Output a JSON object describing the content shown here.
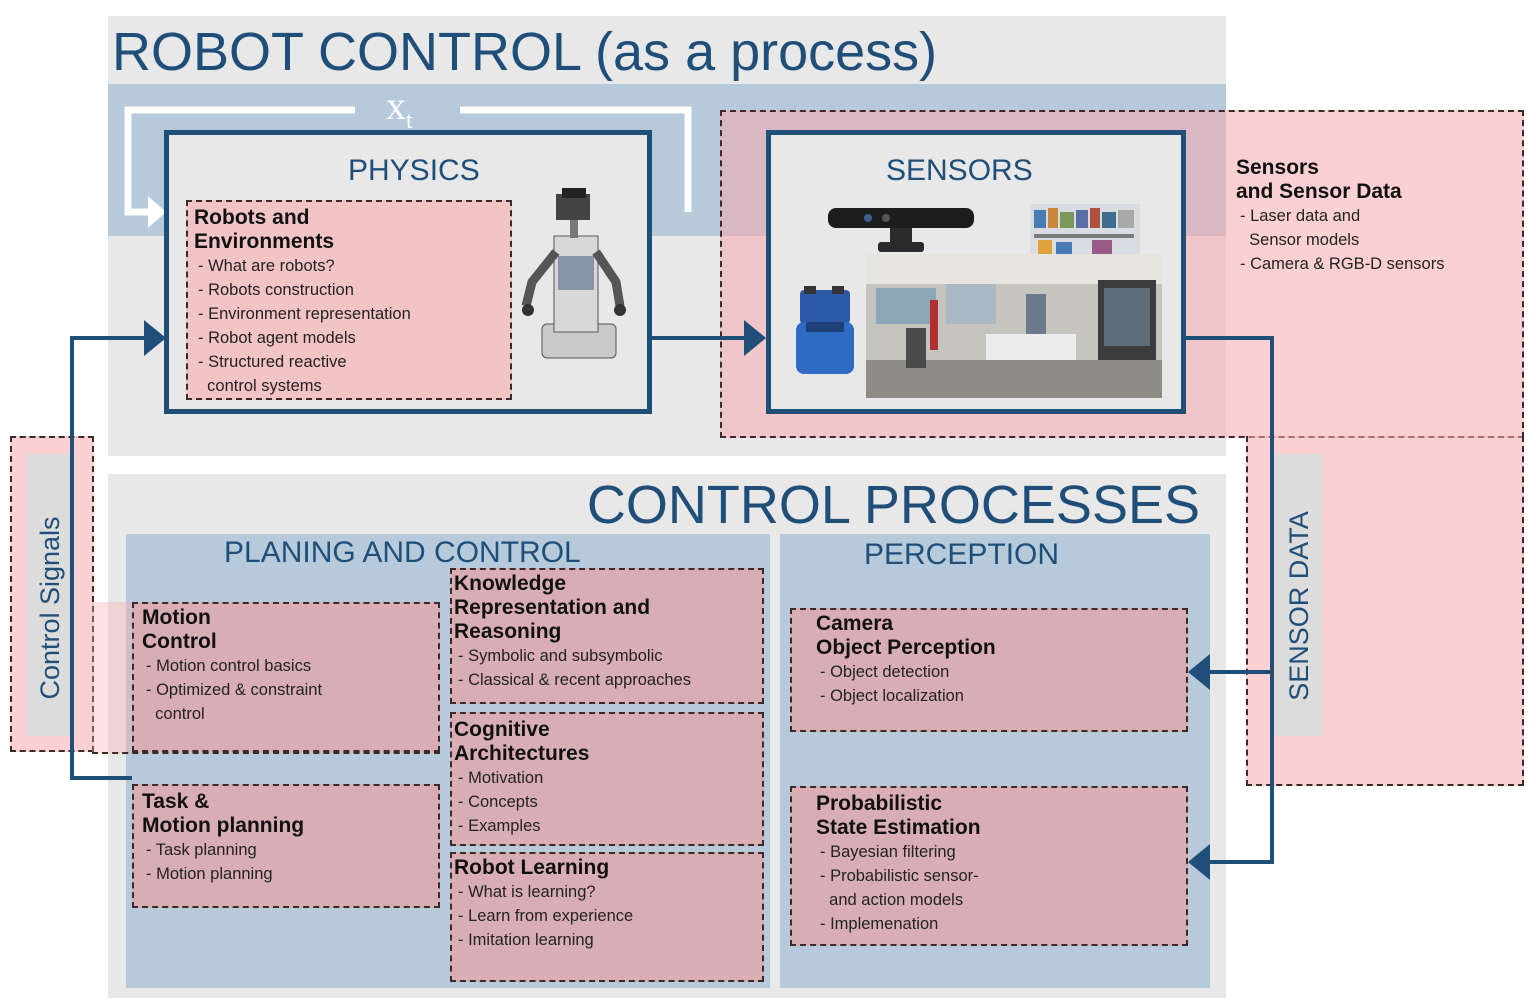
{
  "title": "ROBOT CONTROL (as a process)",
  "state_label": "x",
  "state_subscript": "t",
  "physics": {
    "heading": "PHYSICS",
    "box": {
      "title": [
        "Robots and",
        "Environments"
      ],
      "items": [
        "- What are robots?",
        "- Robots construction",
        "- Environment representation",
        "- Robot agent models",
        "- Structured reactive",
        "  control systems"
      ]
    }
  },
  "sensors": {
    "heading": "SENSORS",
    "side_title": [
      "Sensors",
      "and Sensor Data"
    ],
    "side_items": [
      "- Laser data and",
      "  Sensor models",
      "- Camera & RGB-D sensors"
    ]
  },
  "control_processes": {
    "heading": "CONTROL PROCESSES",
    "planning_heading": "PLANING AND CONTROL",
    "perception_heading": "PERCEPTION",
    "control_signals_label": "Control Signals",
    "sensor_data_label": "SENSOR DATA",
    "motion_control": {
      "title": [
        "Motion",
        "Control"
      ],
      "items": [
        "- Motion control basics",
        "- Optimized & constraint",
        "  control"
      ]
    },
    "task_motion_planning": {
      "title": [
        "Task &",
        "Motion planning"
      ],
      "items": [
        "- Task planning",
        "- Motion planning"
      ]
    },
    "knowledge": {
      "title": [
        "Knowledge",
        "Representation and",
        "Reasoning"
      ],
      "items": [
        "- Symbolic and subsymbolic",
        "- Classical & recent approaches"
      ]
    },
    "cognitive": {
      "title": [
        "Cognitive",
        "Architectures"
      ],
      "items": [
        "- Motivation",
        "- Concepts",
        "- Examples"
      ]
    },
    "robot_learning": {
      "title": [
        "Robot Learning"
      ],
      "items": [
        "- What is learning?",
        "- Learn from experience",
        "- Imitation learning"
      ]
    },
    "camera_perception": {
      "title": [
        "Camera",
        "Object Perception"
      ],
      "items": [
        "- Object detection",
        "- Object localization"
      ]
    },
    "probabilistic": {
      "title": [
        "Probabilistic",
        "State Estimation"
      ],
      "items": [
        "- Bayesian filtering",
        "- Probabilistic sensor-",
        "  and action models",
        "- Implemenation"
      ]
    }
  },
  "colors": {
    "navy": "#1f4e79",
    "blue_band": "#b7cadb",
    "panel_gray": "#e8e8e8",
    "pink": "#f3c4c6"
  }
}
